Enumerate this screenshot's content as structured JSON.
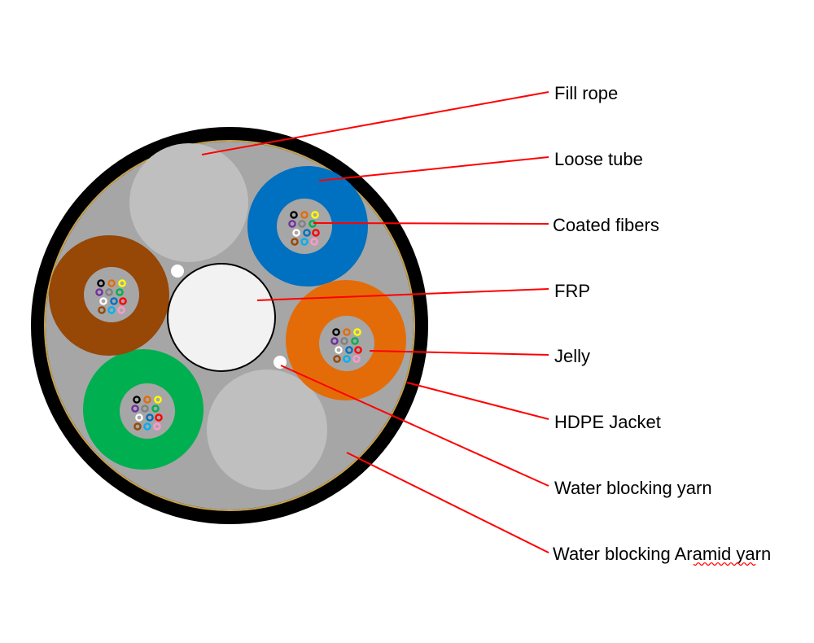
{
  "colors": {
    "jacket": "#000000",
    "core_fill": "#a6a6a6",
    "aramid_ring": "#c8a24a",
    "fill_rope": "#bfbfbf",
    "frp": "#f2f2f2",
    "tube_interior": "#a6a6a6",
    "callout_line": "#ff0000",
    "blocking_yarn": "#ffffff"
  },
  "loose_tubes": [
    {
      "name": "blue",
      "color": "#0070c0"
    },
    {
      "name": "orange",
      "color": "#e36c09"
    },
    {
      "name": "green",
      "color": "#00b050"
    },
    {
      "name": "brown",
      "color": "#974706"
    }
  ],
  "fiber_colors": [
    "#000000",
    "#e36c09",
    "#ffff00",
    "#7030a0",
    "#808080",
    "#00b050",
    "#ffffff",
    "#0070c0",
    "#ff0000",
    "#974706",
    "#00b0f0",
    "#ff99cc"
  ],
  "labels": [
    {
      "text": "Fill rope"
    },
    {
      "text": "Loose tube"
    },
    {
      "text": "Coated fibers"
    },
    {
      "text": "FRP"
    },
    {
      "text": "Jelly"
    },
    {
      "text": "HDPE Jacket"
    },
    {
      "text": "Water blocking yarn"
    },
    {
      "text": "Water blocking Aramid yarn"
    }
  ]
}
